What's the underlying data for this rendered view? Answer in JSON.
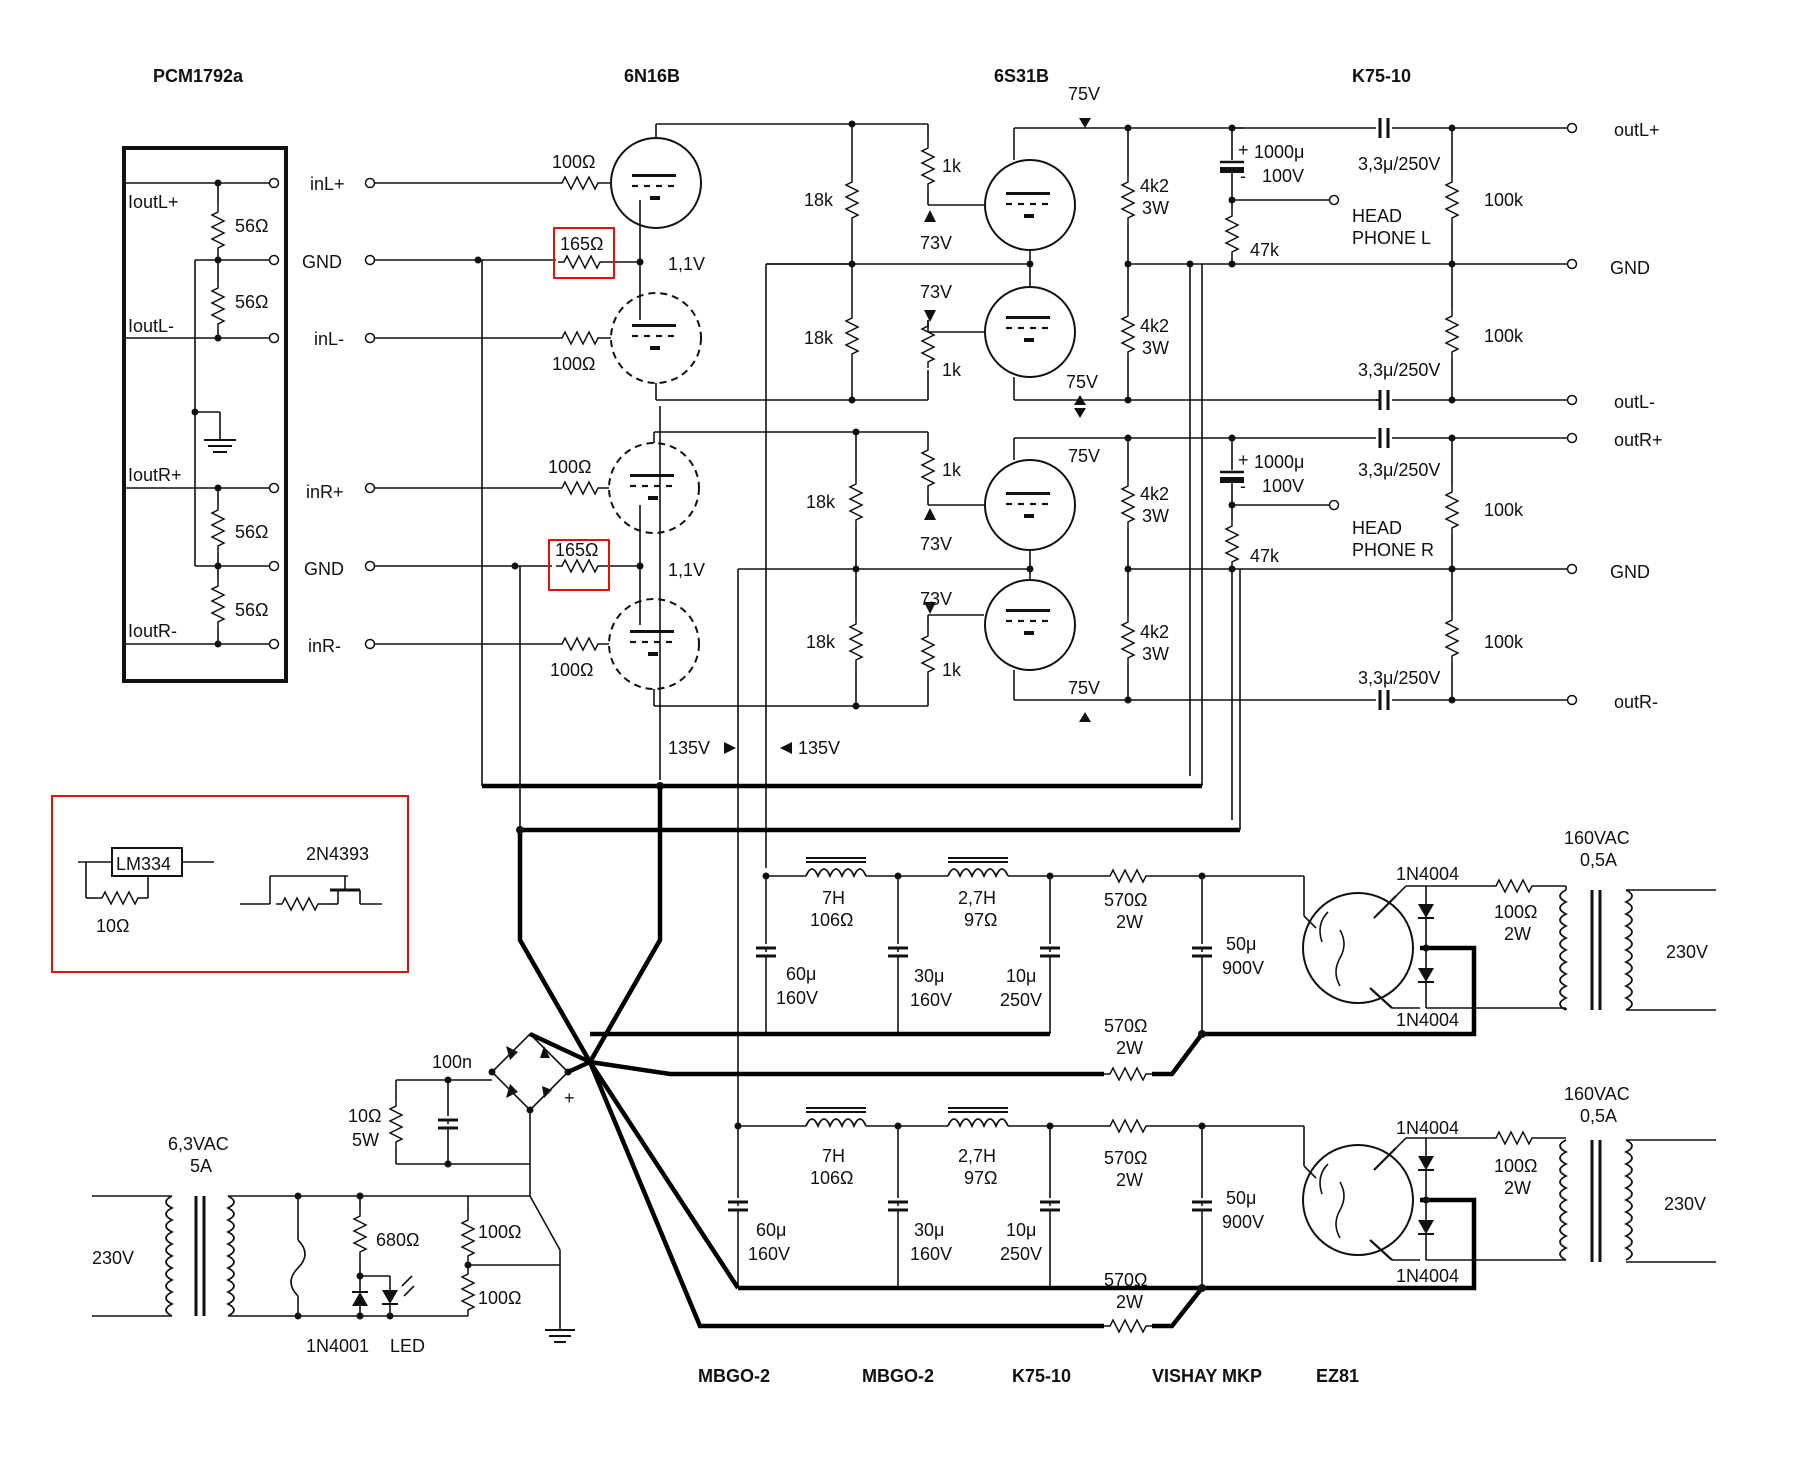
{
  "headers": {
    "dac": "PCM1792a",
    "tube1": "6N16B",
    "tube2": "6S31B",
    "caps": "K75-10"
  },
  "footer": {
    "c1": "MBGO-2",
    "c2": "MBGO-2",
    "c3": "K75-10",
    "c4": "VISHAY MKP",
    "c5": "EZ81"
  },
  "dac": {
    "iout_l_plus": "IoutL+",
    "iout_l_minus": "IoutL-",
    "iout_r_plus": "IoutR+",
    "iout_r_minus": "IoutR-",
    "r56": "56Ω"
  },
  "inputs": {
    "inl_plus": "inL+",
    "gnd": "GND",
    "inl_minus": "inL-",
    "inr_plus": "inR+",
    "inr_minus": "inR-"
  },
  "stage1": {
    "r100": "100Ω",
    "r165": "165Ω",
    "v_cathode": "1,1V",
    "r18k": "18k",
    "r1k": "1k",
    "v73": "73V",
    "v75": "75V",
    "v135": "135V"
  },
  "stage2": {
    "r4k2": "4k2",
    "w3": "3W",
    "c1000": "1000μ",
    "c1000v": "100V",
    "r47k": "47k",
    "hp_l1": "HEAD",
    "hp_l2": "PHONE L",
    "hp_r1": "HEAD",
    "hp_r2": "PHONE R",
    "plus": "+",
    "minus": "-"
  },
  "output": {
    "cap": "3,3μ/250V",
    "r100k": "100k",
    "outl_plus": "outL+",
    "gnd": "GND",
    "outl_minus": "outL-",
    "outr_plus": "outR+",
    "outr_minus": "outR-"
  },
  "inset": {
    "lm": "LM334",
    "r10": "10Ω",
    "fet": "2N4393"
  },
  "psu": {
    "l7h": "7H",
    "l7r": "106Ω",
    "l27h": "2,7H",
    "l27r": "97Ω",
    "r570": "570Ω",
    "w2": "2W",
    "c60": "60μ",
    "c60v": "160V",
    "c30": "30μ",
    "c30v": "160V",
    "c10": "10μ",
    "c10v": "250V",
    "c50": "50μ",
    "c50v": "900V",
    "d1": "1N4004",
    "r100": "100Ω",
    "tr_sec": "160VAC",
    "tr_cur": "0,5A",
    "mains": "230V"
  },
  "heater": {
    "tr_sec": "6,3VAC",
    "tr_cur": "5A",
    "mains": "230V",
    "r10": "10Ω",
    "w5": "5W",
    "c100n": "100n",
    "r680": "680Ω",
    "r100": "100Ω",
    "d": "1N4001",
    "led": "LED",
    "plus": "+"
  }
}
